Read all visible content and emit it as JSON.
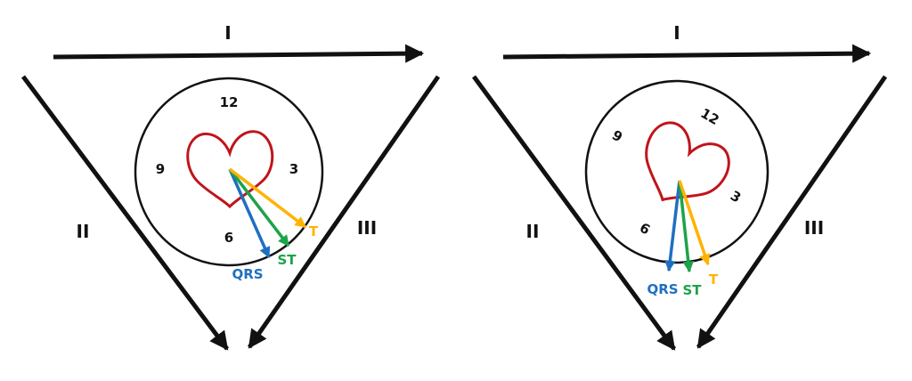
{
  "colors": {
    "lead_arrow": "#111111",
    "heart": "#c0141c",
    "qrs": "#1f6fc1",
    "st": "#1da34a",
    "t": "#ffb300",
    "background": "#ffffff"
  },
  "panels": [
    {
      "leads": {
        "top": "I",
        "left": "II",
        "right": "III"
      },
      "clock": {
        "n12": "12",
        "n3": "3",
        "n6": "6",
        "n9": "9"
      },
      "vectors": {
        "qrs": "QRS",
        "st": "ST",
        "t": "T"
      }
    },
    {
      "leads": {
        "top": "I",
        "left": "II",
        "right": "III"
      },
      "clock": {
        "n12": "12",
        "n3": "3",
        "n6": "6",
        "n9": "9"
      },
      "vectors": {
        "qrs": "QRS",
        "st": "ST",
        "t": "T"
      }
    }
  ]
}
